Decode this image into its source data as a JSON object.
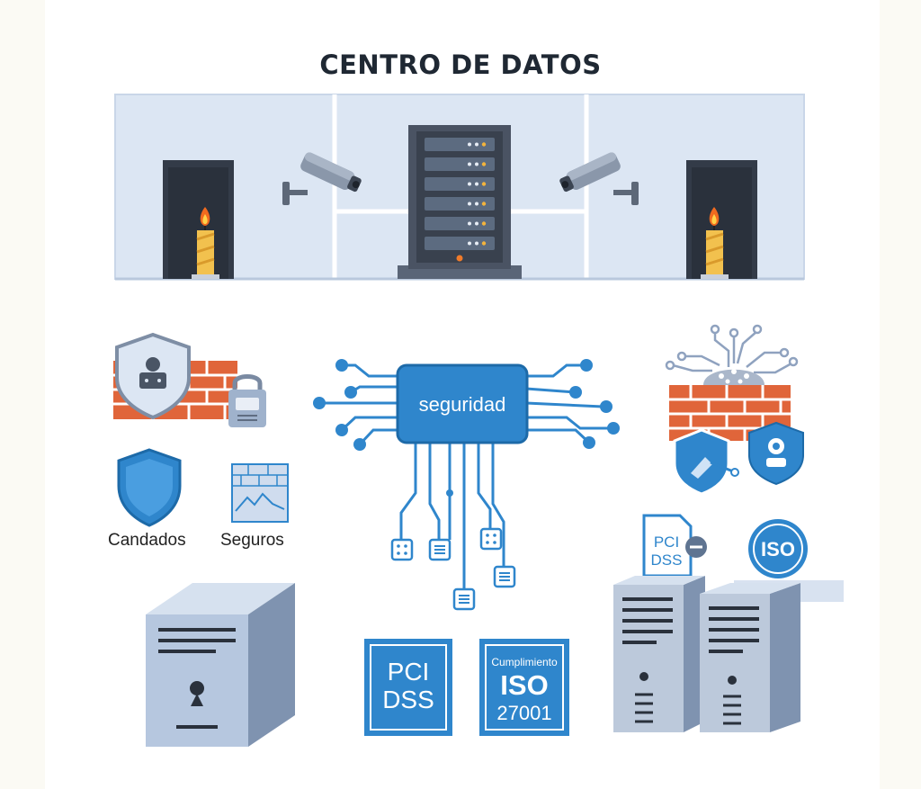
{
  "title": "CENTRO DE DATOS",
  "hub_label": "seguridad",
  "labels": {
    "candados": "Candados",
    "seguros": "Seguros"
  },
  "badges": {
    "pci_line1": "PCI",
    "pci_line2": "DSS",
    "iso_caption": "Cumplimiento",
    "iso_line1": "ISO",
    "iso_line2": "27001",
    "pci_small_line1": "PCI",
    "pci_small_line2": "DSS",
    "iso_seal": "ISO"
  },
  "colors": {
    "accent_blue": "#2f86cc",
    "brick": "#e0653a",
    "wall": "#dce6f3",
    "dark": "#2e3644",
    "steel": "#9fb2cc",
    "candle": "#f2c14e",
    "flame": "#f06a1f"
  },
  "icons": [
    "security-camera-icon",
    "server-rack-icon",
    "candle-icon",
    "shield-icon",
    "firewall-icon",
    "lock-icon",
    "network-chip-icon",
    "server-tower-icon",
    "document-icon",
    "iso-seal-icon"
  ]
}
